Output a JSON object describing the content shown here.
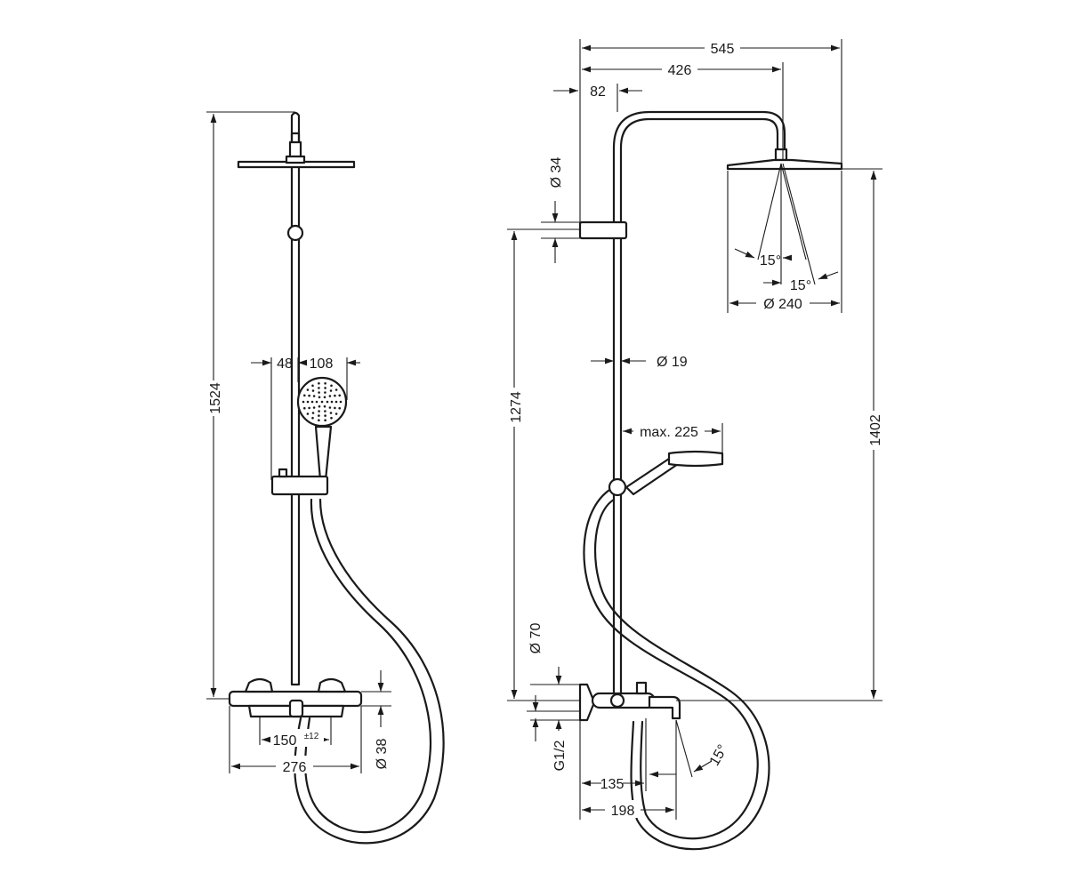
{
  "dimensions": {
    "front": {
      "total_height": "1524",
      "holder_offset": "48",
      "handshower_diameter": "108",
      "center_distance": "150",
      "center_distance_tolerance": "±12",
      "mixer_width": "276",
      "connection_diameter": "Ø 38"
    },
    "side": {
      "overall_width": "545",
      "overhead_reach": "426",
      "wall_distance": "82",
      "bracket_diameter": "Ø 34",
      "riser_height": "1274",
      "riser_diameter": "Ø 19",
      "max_adjustment": "max. 225",
      "overhead_height": "1402",
      "overhead_diameter": "Ø 240",
      "angle_left": "15°",
      "angle_right": "15°",
      "escutcheon_diameter": "Ø 70",
      "thread": "G1/2",
      "spout_projection": "135",
      "spout_length": "198",
      "spout_angle": "15°"
    }
  }
}
